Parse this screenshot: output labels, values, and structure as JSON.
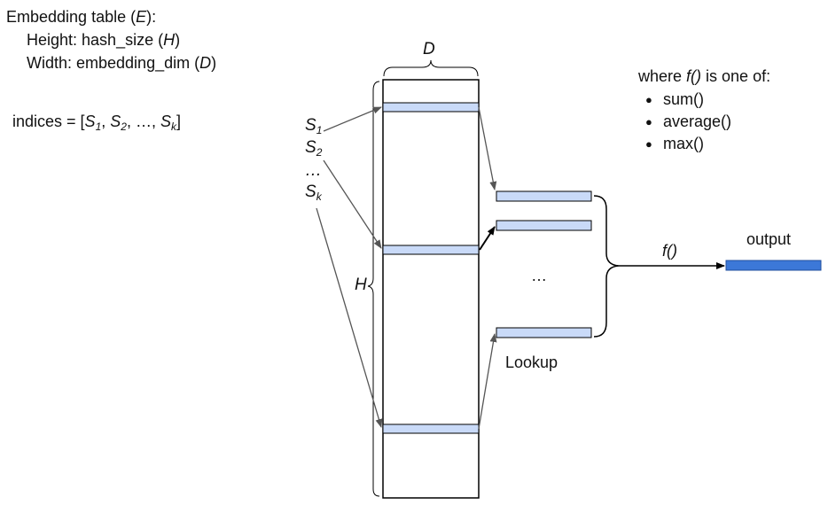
{
  "table_desc": {
    "title": "Embedding table (",
    "title_var": "E",
    "title_end": "):",
    "height_label": "Height: hash_size (",
    "height_var": "H",
    "height_end": ")",
    "width_label": "Width: embedding_dim (",
    "width_var": "D",
    "width_end": ")"
  },
  "indices": {
    "prefix": "indices = [",
    "s": "S",
    "sub1": "1",
    "sub2": "2",
    "subk": "k",
    "sep": ", ",
    "ellipsis": "…",
    "suffix": "]"
  },
  "index_labels": {
    "s": "S",
    "sub1": "1",
    "sub2": "2",
    "ellipsis": "…",
    "subk": "k"
  },
  "dims": {
    "d": "D",
    "h": "H"
  },
  "functions": {
    "prefix": "where ",
    "f": "f()",
    "suffix": " is one of:",
    "items": [
      "sum()",
      "average()",
      "max()"
    ]
  },
  "lookup_label": "Lookup",
  "vectors_ellipsis": "…",
  "f_label": "f()",
  "output_label": "output",
  "colors": {
    "row_fill": "#c9daf8",
    "output_fill": "#3c78d8",
    "stroke": "#000000",
    "arrow": "#555555"
  }
}
